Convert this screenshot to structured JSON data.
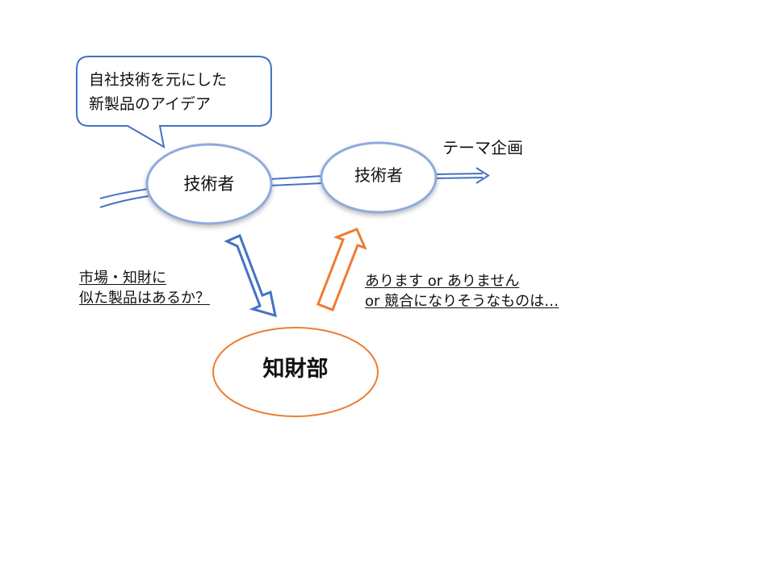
{
  "colors": {
    "blue": "#4472c4",
    "orange": "#ed7d31",
    "ellipse_fill": "#ffffff",
    "text": "#111111"
  },
  "callout": {
    "lines": [
      "自社技術を元にした",
      "新製品のアイデア"
    ]
  },
  "nodes": {
    "engineer_left": "技術者",
    "engineer_right": "技術者",
    "ip_department": "知財部"
  },
  "output_label": "テーマ企画",
  "question": {
    "lines": [
      "市場・知財に",
      "似た製品はあるか？"
    ]
  },
  "answer": {
    "lines": [
      "あります or ありません",
      "or 競合になりそうなものは…"
    ]
  },
  "icons": {
    "down_arrow": "block-arrow-down-icon",
    "up_arrow": "block-arrow-up-icon",
    "right_arrow": "double-line-arrow-right-icon"
  }
}
